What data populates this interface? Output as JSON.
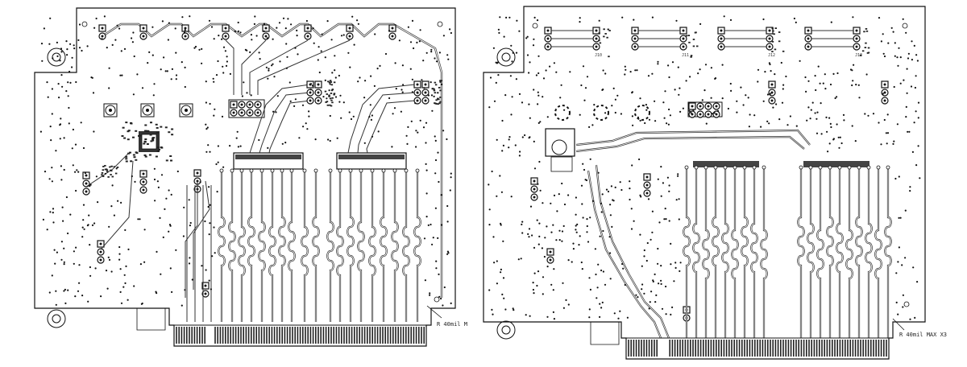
{
  "boards": [
    {
      "id": "left",
      "annotation": "R 40mil M"
    },
    {
      "id": "right",
      "annotation": "R 40mil MAX X3",
      "header_refs": [
        "J10",
        "J11",
        "J12",
        "J13"
      ]
    }
  ],
  "colors": {
    "outline": "#111111",
    "trace": "#333333",
    "pad": "#222222",
    "via": "#111111",
    "background": "#ffffff"
  }
}
